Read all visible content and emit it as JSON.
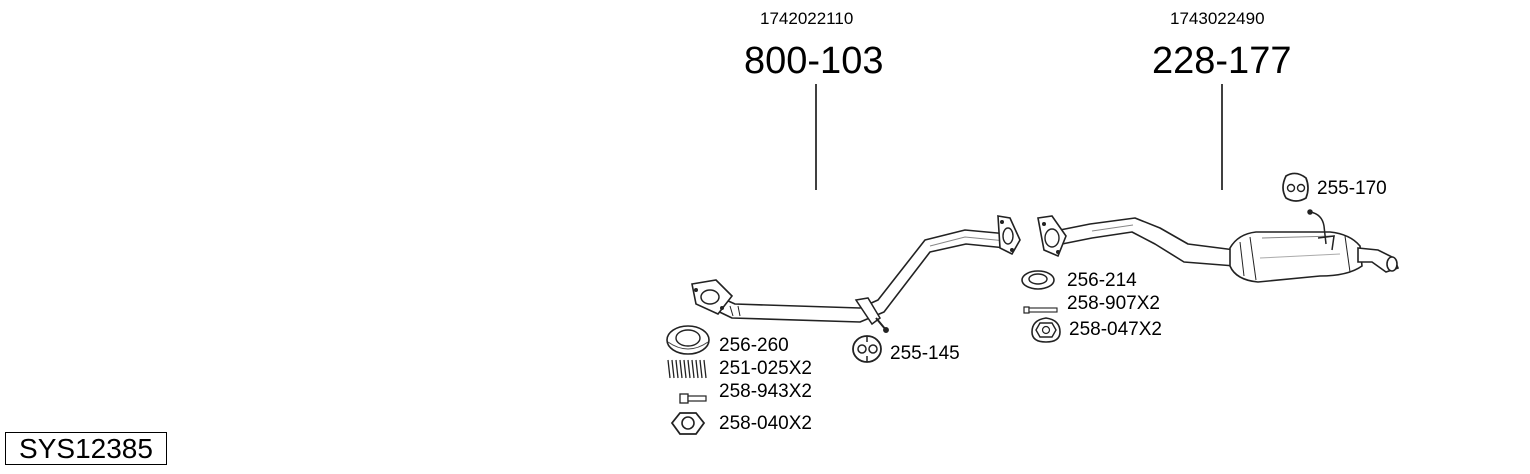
{
  "assemblies": [
    {
      "oem_number": "1742022110",
      "part_number": "800-103"
    },
    {
      "oem_number": "1743022490",
      "part_number": "228-177"
    }
  ],
  "front_pipe_parts": {
    "gasket": "256-260",
    "spring": "251-025X2",
    "bolt": "258-943X2",
    "nut": "258-040X2",
    "hanger": "255-145"
  },
  "rear_section_parts": {
    "gasket": "256-214",
    "bolt": "258-907X2",
    "nut": "258-047X2",
    "hanger": "255-170"
  },
  "system_code": "SYS12385",
  "icons": [
    "gasket-icon",
    "spring-icon",
    "bolt-icon",
    "nut-icon",
    "hanger-icon",
    "flange-icon",
    "muffler-icon"
  ]
}
